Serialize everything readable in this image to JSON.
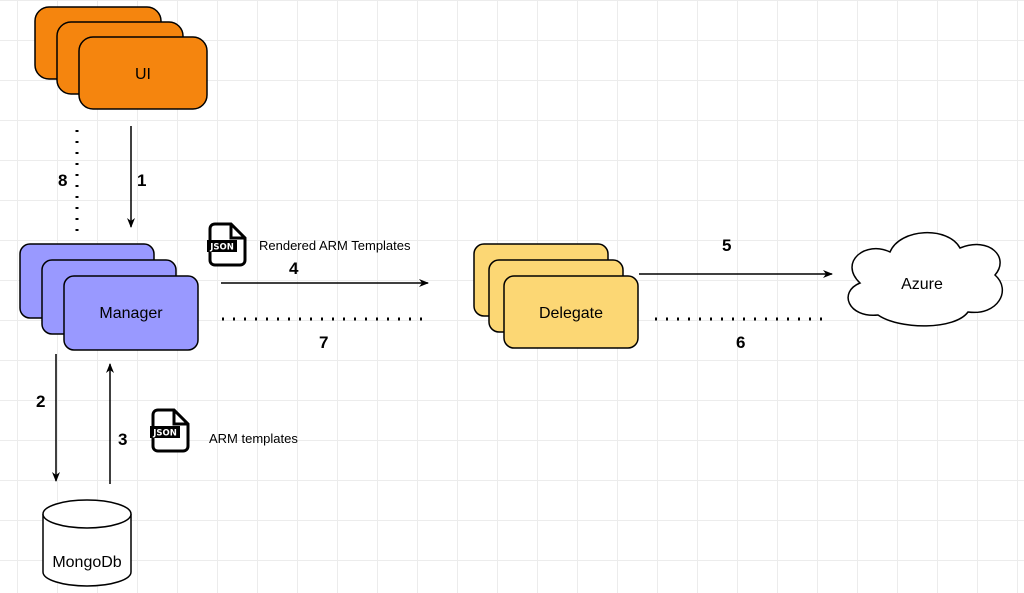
{
  "nodes": {
    "ui": {
      "label": "UI",
      "color": "#f5850e"
    },
    "manager": {
      "label": "Manager",
      "color": "#9999ff"
    },
    "delegate": {
      "label": "Delegate",
      "color": "#fcd774"
    },
    "azure": {
      "label": "Azure"
    },
    "mongodb": {
      "label": "MongoDb"
    }
  },
  "steps": {
    "s1": "1",
    "s2": "2",
    "s3": "3",
    "s4": "4",
    "s5": "5",
    "s6": "6",
    "s7": "7",
    "s8": "8"
  },
  "captions": {
    "rendered": "Rendered ARM Templates",
    "arm": "ARM templates"
  },
  "icons": {
    "json_text": "JSON"
  }
}
